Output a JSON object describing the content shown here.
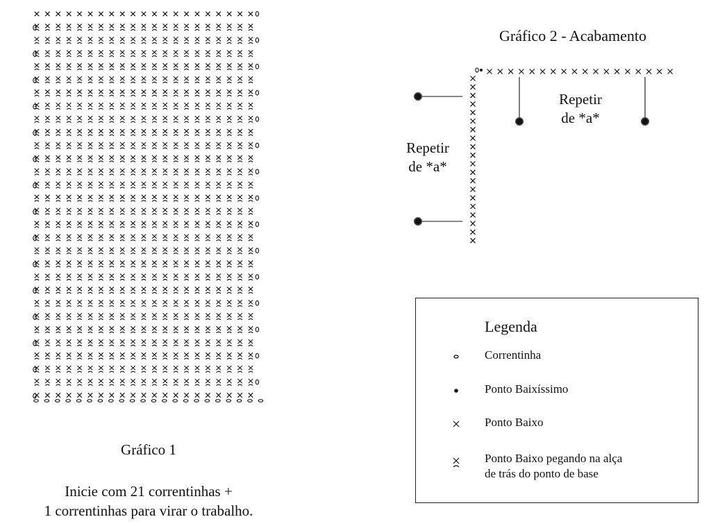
{
  "chart1": {
    "title": "Gráfico 1",
    "instructions": [
      "Inicie com 21 correntinhas +",
      "1 correntinhas para virar o trabalho."
    ],
    "grid": {
      "rows": 30,
      "stitches_per_row": 21
    }
  },
  "chart2": {
    "title": "Gráfico 2 - Acabamento",
    "repeat_top": [
      "Repetir",
      "de *a*"
    ],
    "repeat_left": [
      "Repetir",
      "de *a*"
    ],
    "top_row_stitches": 18,
    "left_column_stitches": 20,
    "markers": 4
  },
  "legend": {
    "title": "Legenda",
    "items": [
      {
        "icon": "chain-stitch-icon",
        "symbol": "○",
        "label": [
          "Correntinha"
        ]
      },
      {
        "icon": "slip-stitch-icon",
        "symbol": "●",
        "label": [
          "Ponto Baixíssimo"
        ]
      },
      {
        "icon": "single-crochet-icon",
        "symbol": "×",
        "label": [
          "Ponto Baixo"
        ]
      },
      {
        "icon": "back-loop-single-crochet-icon",
        "symbol": "×",
        "label": [
          "Ponto Baixo pegando na alça",
          "de trás do ponto de base"
        ]
      }
    ]
  }
}
